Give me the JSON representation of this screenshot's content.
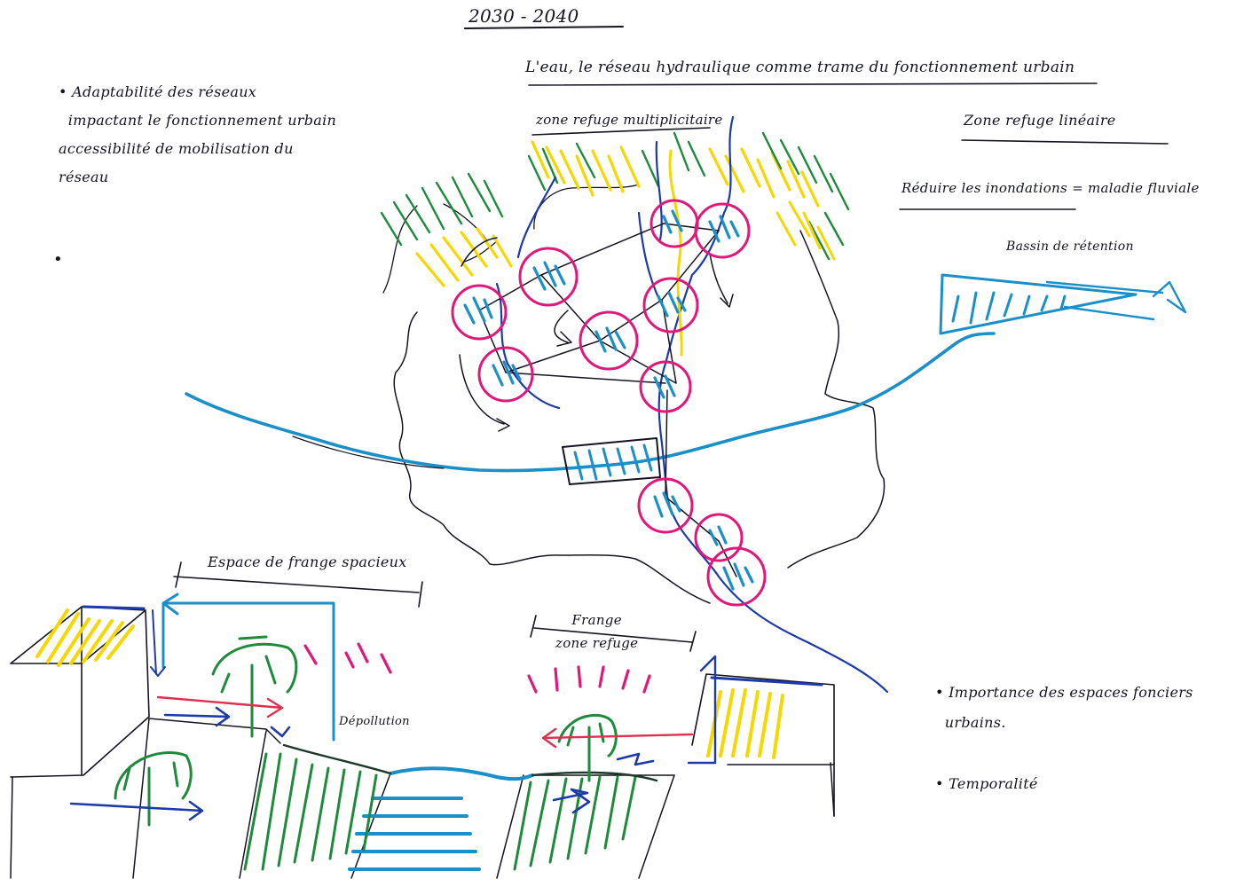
{
  "header": {
    "title": "2030 - 2040",
    "subtitle": "L'eau, le réseau hydraulique comme trame du fonctionnement urbain"
  },
  "notes": {
    "left_note": "• Adaptabilité des réseaux\n  impactant le fonctionnement urbain\naccessibilité de mobilisation du\nréseau",
    "left_bullet": "•",
    "importance": "• Importance des espaces fonciers\n  urbains.",
    "temporalite": "• Temporalité"
  },
  "map_labels": {
    "zone_multiple": "zone refuge multiplicitaire",
    "zone_lineaire": "Zone refuge linéaire",
    "reduction": "Réduire les inondations = maladie fluviale",
    "bassin": "Bassin de rétention"
  },
  "section_labels": {
    "espace_frange": "Espace de frange spacieux",
    "frange_zone": "Frange\nzone refuge",
    "depollution": "Dépollution"
  },
  "colors": {
    "ink": "#141420",
    "water_blue": "#1a8fc8",
    "dark_blue": "#1e3aa8",
    "magenta": "#e0187a",
    "yellow": "#f5d800",
    "green": "#1e8a3c",
    "red": "#e03050"
  }
}
